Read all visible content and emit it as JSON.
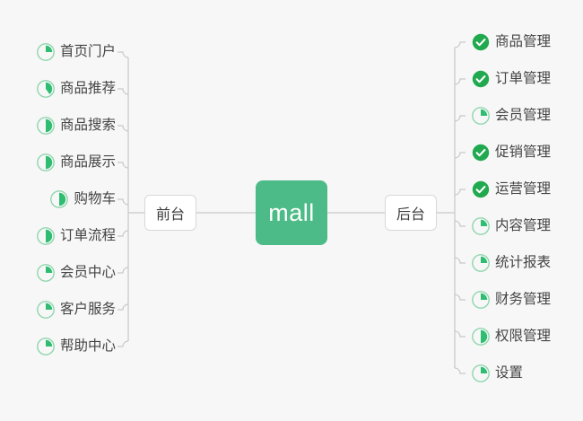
{
  "diagram": {
    "type": "mindmap",
    "background_color": "#f7f7f7",
    "root": {
      "label": "mall",
      "color": "#4cbb87",
      "text_color": "#ffffff"
    },
    "branches": [
      {
        "id": "frontend",
        "label": "前台",
        "side": "left",
        "items": [
          {
            "label": "首页门户",
            "status": "progress",
            "percent": 25
          },
          {
            "label": "商品推荐",
            "status": "progress",
            "percent": 40
          },
          {
            "label": "商品搜索",
            "status": "progress",
            "percent": 50
          },
          {
            "label": "商品展示",
            "status": "progress",
            "percent": 50
          },
          {
            "label": "购物车",
            "status": "progress",
            "percent": 50
          },
          {
            "label": "订单流程",
            "status": "progress",
            "percent": 50
          },
          {
            "label": "会员中心",
            "status": "progress",
            "percent": 25
          },
          {
            "label": "客户服务",
            "status": "progress",
            "percent": 25
          },
          {
            "label": "帮助中心",
            "status": "progress",
            "percent": 25
          }
        ]
      },
      {
        "id": "backend",
        "label": "后台",
        "side": "right",
        "items": [
          {
            "label": "商品管理",
            "status": "done",
            "percent": 100
          },
          {
            "label": "订单管理",
            "status": "done",
            "percent": 100
          },
          {
            "label": "会员管理",
            "status": "progress",
            "percent": 25
          },
          {
            "label": "促销管理",
            "status": "done",
            "percent": 100
          },
          {
            "label": "运营管理",
            "status": "done",
            "percent": 100
          },
          {
            "label": "内容管理",
            "status": "progress",
            "percent": 25
          },
          {
            "label": "统计报表",
            "status": "progress",
            "percent": 25
          },
          {
            "label": "财务管理",
            "status": "progress",
            "percent": 25
          },
          {
            "label": "权限管理",
            "status": "progress",
            "percent": 50
          },
          {
            "label": "设置",
            "status": "progress",
            "percent": 25
          }
        ]
      }
    ],
    "colors": {
      "accent_green": "#4cbb87",
      "done_green": "#21a94f",
      "progress_green": "#2fbd72",
      "progress_ring": "#8fd6ae",
      "connector": "#c8c8c8",
      "label_text": "#444444",
      "node_border": "#d8d8d8"
    },
    "icon_names": {
      "done": "check-circle-icon",
      "progress": "pie-progress-icon"
    }
  }
}
